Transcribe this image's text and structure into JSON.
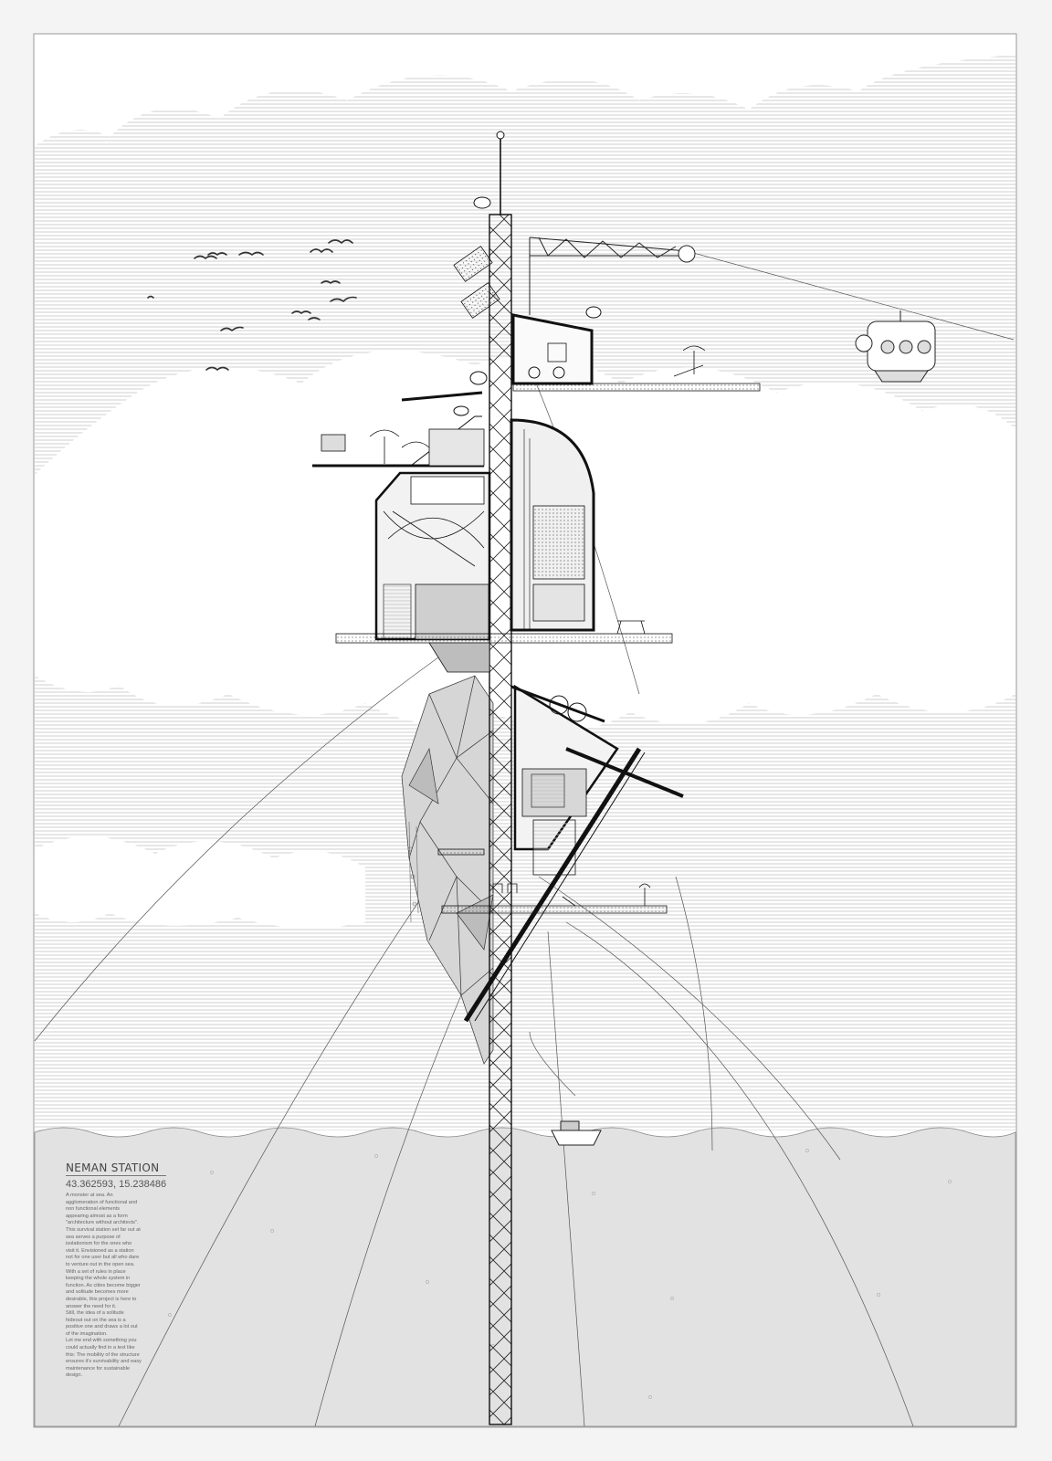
{
  "poster": {
    "title": "NEMAN STATION",
    "coordinates": "43.362593, 15.238486",
    "description": "A monster at sea. An\nagglomeration of functional and\nnon functional elements\nappearing almost as a form\n\"architecture without architects\".\nThis survival station set far out at\nsea serves a purpose of\nisolationism for the ones who\nvisit it. Envisioned as a station\nnot for one user but all who dare\nto venture out in the open sea.\nWith a set of rules in place\nkeeping the whole system in\nfunction. As cities become bigger\nand solitude becomes more\ndesirable, this project is here to\nanswer the need for it.\nStill, the idea of a solitude\nhideout out on the sea is a\npositive one and draws a lot out\nof the imagination.\nLet me end with something you\ncould actually find in a text like\nthis: The mobility of the structure\nensures it's survivability and easy\nmaintenance for sustainable\ndesign."
  },
  "colors": {
    "paper": "#f4f4f4",
    "sky_lines": "#bdbdbd",
    "cloud": "#ffffff",
    "sea": "#e2e2e2",
    "ink": "#1a1a1a",
    "fill_gray": "#c8c8c8"
  }
}
